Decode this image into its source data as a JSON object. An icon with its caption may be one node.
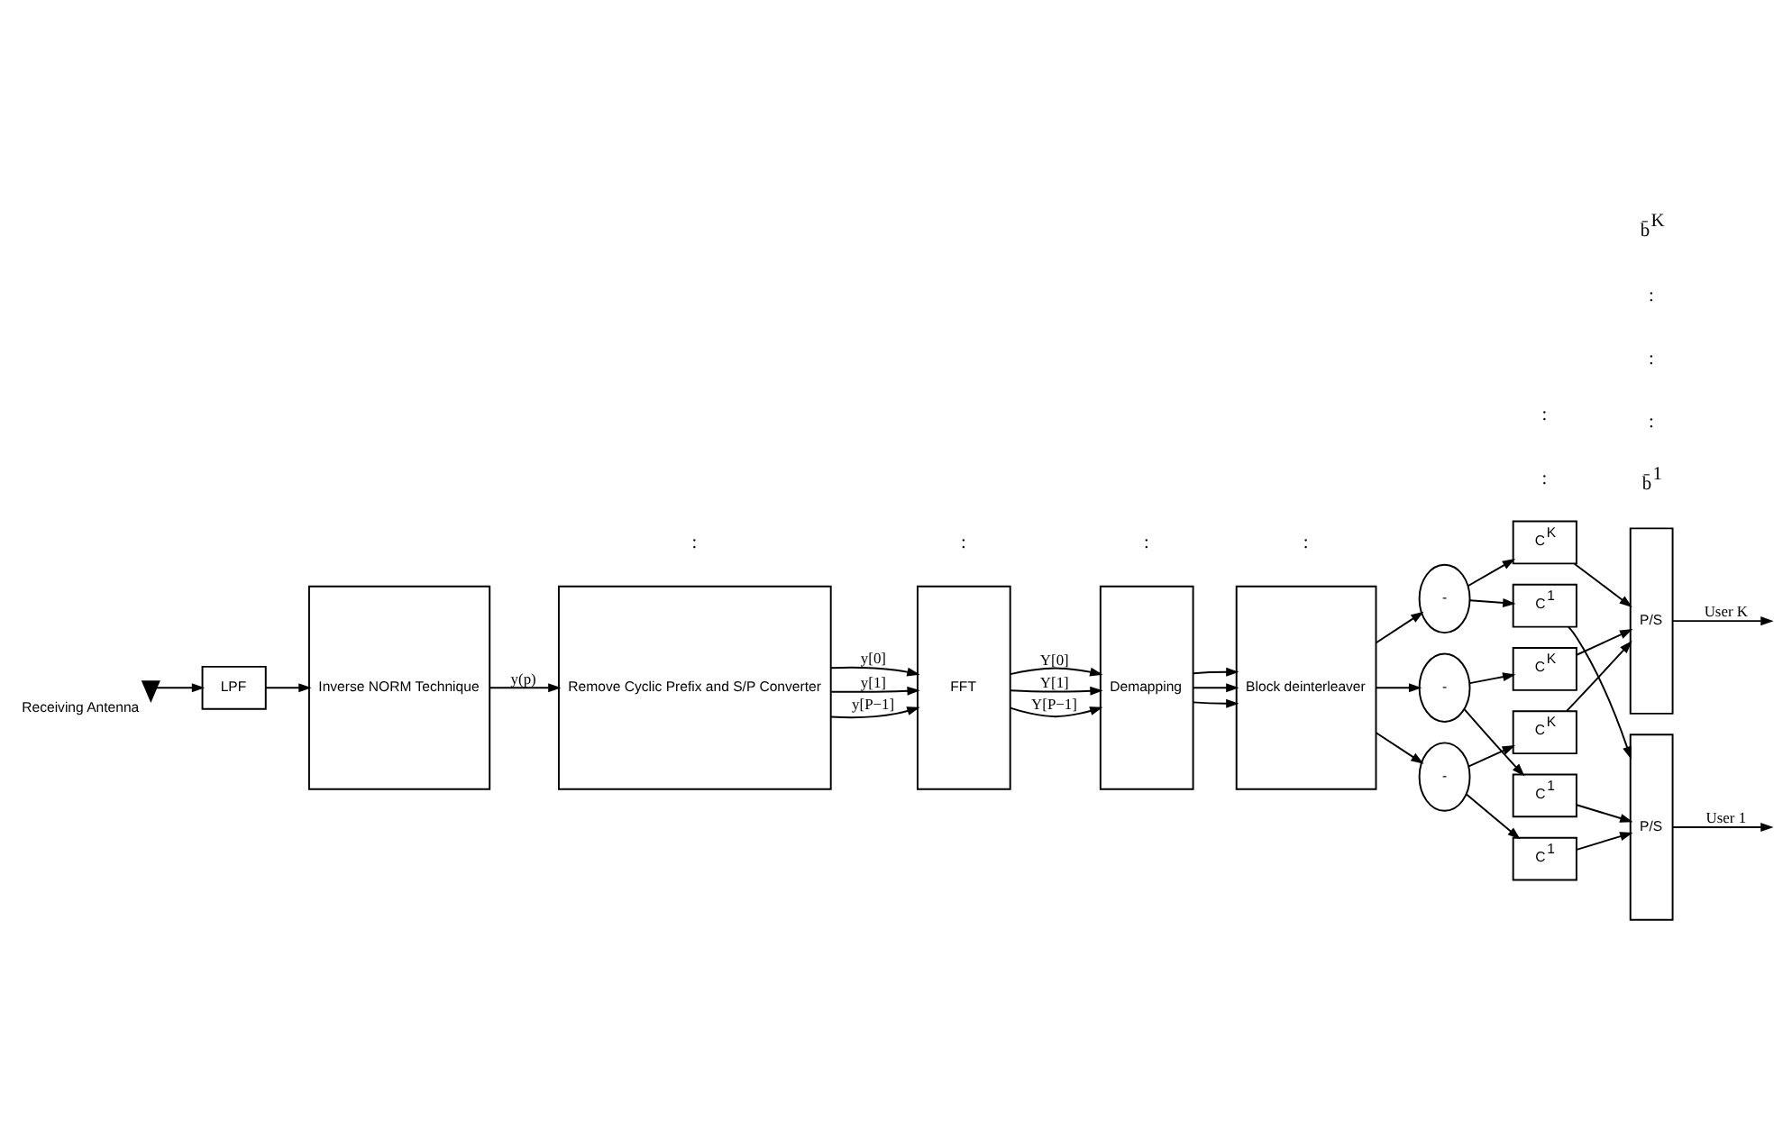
{
  "diagram": {
    "nodes": [
      {
        "text": [],
        "shape": "antenna",
        "beside": [
          "Receiving Antenna"
        ]
      },
      {
        "text": [
          "LPF"
        ]
      },
      {
        "text": [
          "Inverse NORM Technique"
        ]
      },
      {
        "text": [
          "Remove Cyclic Prefix and S/P Converter"
        ]
      },
      {
        "text": [
          "FFT"
        ]
      },
      {
        "text": [
          "Demapping"
        ]
      },
      {
        "text": [
          "Block deinterleaver"
        ]
      },
      {
        "text": [
          "-"
        ]
      },
      {
        "text": [
          "-"
        ]
      },
      {
        "text": [
          "-"
        ]
      },
      {
        "text": [
          "C$^{1}$"
        ]
      },
      {
        "text": [
          "C$^{1}$"
        ]
      },
      {
        "text": [
          "C$^{1}$"
        ]
      },
      {
        "text": [
          "P/S"
        ]
      },
      {
        "text": [
          "C$^{K}$"
        ]
      },
      {
        "text": [
          "C$^{K}$"
        ]
      },
      {
        "text": [
          "C$^{K}$"
        ]
      },
      {
        "text": [
          "P/S"
        ]
      }
    ],
    "edges": [
      {
        "from": 0,
        "to": 1,
        "arrow": "to"
      },
      {
        "from": 1,
        "to": 2,
        "arrow": "to"
      },
      {
        "from": 2,
        "to": 3,
        "arrow": "to",
        "label": "y(p)"
      },
      {
        "from": 3,
        "to": 4,
        "arrow": "to",
        "label": "y[0]"
      },
      {
        "from": 3,
        "to": 4,
        "arrow": "to",
        "label": "y[1]"
      },
      {
        "from": 3,
        "to": 4,
        "arrow": "to",
        "label": "y[P−1]"
      },
      {
        "from": 4,
        "to": 5,
        "arrow": "to",
        "label": "Y[0]"
      },
      {
        "from": 4,
        "to": 5,
        "arrow": "to",
        "label": "Y[1]"
      },
      {
        "from": 4,
        "to": 5,
        "arrow": "to",
        "label": "Y[P−1]"
      },
      {
        "from": 5,
        "to": 6,
        "arrow": "to"
      },
      {
        "from": 5,
        "to": 6,
        "arrow": "to"
      },
      {
        "from": 5,
        "to": 6,
        "arrow": "to"
      },
      {
        "from": 6,
        "to": 7,
        "arrow": "to"
      },
      {
        "from": 6,
        "to": 8,
        "arrow": "to"
      },
      {
        "from": 6,
        "to": 9,
        "arrow": "to"
      },
      {
        "from": 7,
        "to": 10,
        "arrow": "to"
      },
      {
        "from": 8,
        "to": 11,
        "arrow": "to"
      },
      {
        "from": 9,
        "to": 12,
        "arrow": "to"
      },
      {
        "from": 10,
        "to": 13,
        "arrow": "to"
      },
      {
        "from": 11,
        "to": 13,
        "arrow": "to"
      },
      {
        "from": 12,
        "to": 13,
        "arrow": "to"
      },
      {
        "from": 7,
        "to": 14,
        "arrow": "to"
      },
      {
        "from": 8,
        "to": 15,
        "arrow": "to"
      },
      {
        "from": 9,
        "to": 16,
        "arrow": "to"
      },
      {
        "from": 14,
        "to": 17,
        "arrow": "to"
      },
      {
        "from": 15,
        "to": 17,
        "arrow": "to"
      },
      {
        "from": 16,
        "to": 17,
        "arrow": "to"
      },
      {
        "from": 13,
        "to": null,
        "arrow": "to",
        "label": "User 1"
      },
      {
        "from": 17,
        "to": null,
        "arrow": "to",
        "label": "User K"
      }
    ],
    "labels": [
      ":",
      ":",
      ":",
      ":",
      ":",
      "b̄$^{1}$",
      ":",
      ":",
      ":",
      "b̄$^{K}$",
      ":"
    ]
  }
}
